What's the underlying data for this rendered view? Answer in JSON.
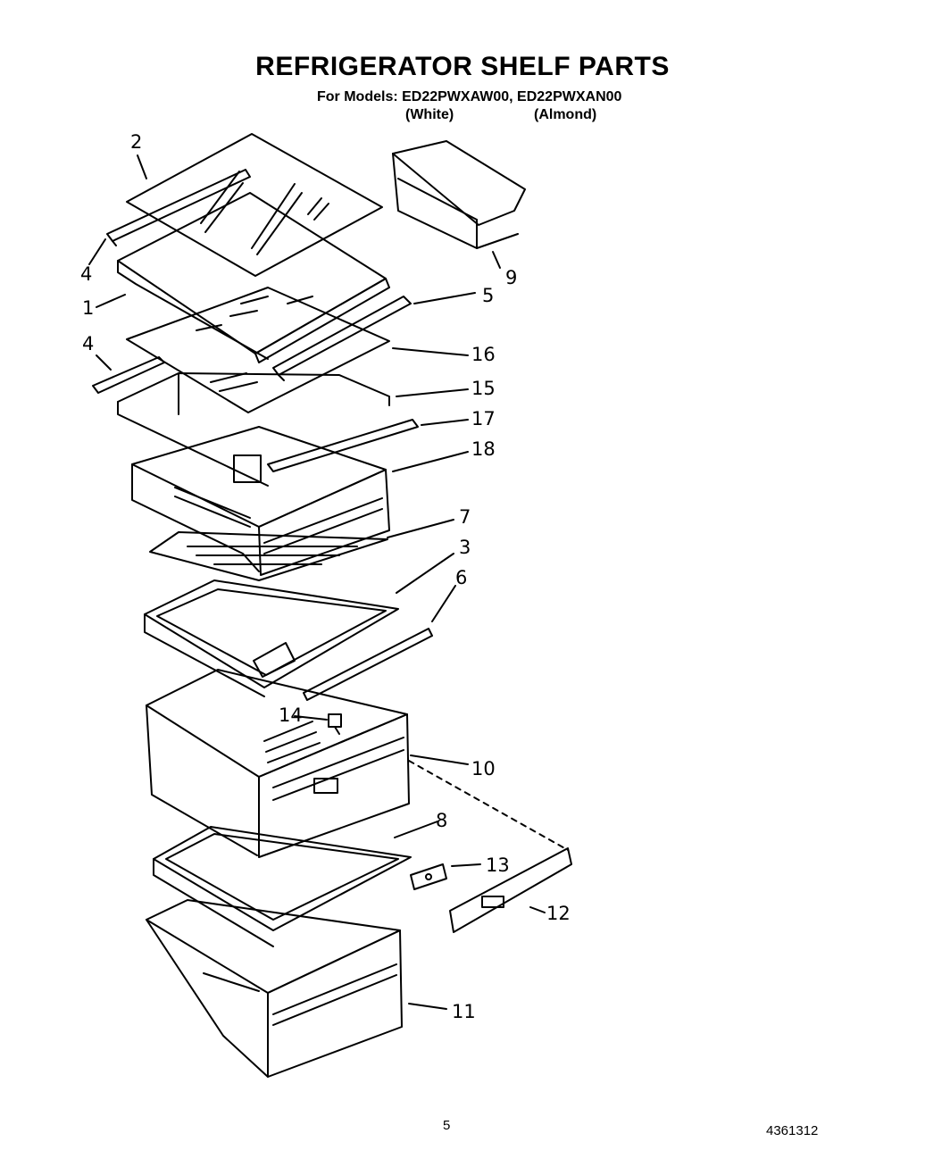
{
  "header": {
    "title": "REFRIGERATOR SHELF PARTS",
    "models_line": "For Models: ED22PWXAW00,  ED22PWXAN00",
    "variant_white": "(White)",
    "variant_almond": "(Almond)"
  },
  "callouts": [
    "2",
    "4",
    "1",
    "4",
    "9",
    "5",
    "16",
    "15",
    "17",
    "18",
    "7",
    "3",
    "6",
    "14",
    "10",
    "8",
    "13",
    "12",
    "11"
  ],
  "footer": {
    "page_number": "5",
    "document_number": "4361312"
  }
}
